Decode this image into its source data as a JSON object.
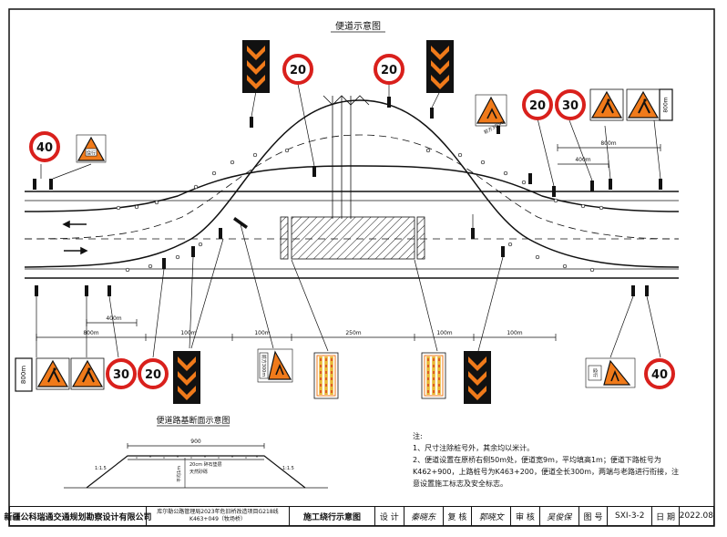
{
  "title": "便道示意图",
  "section_title": "便道路基断面示意图",
  "distances": {
    "top_800": "800m",
    "top_400": "400m",
    "bottom_800": "800m",
    "bottom_400": "400m",
    "d100a": "100m",
    "d100b": "100m",
    "d250": "250m",
    "d100c": "100m",
    "d100d": "100m"
  },
  "signs": {
    "speed40": "40",
    "speed30": "30",
    "speed20": "20",
    "plate300": "前方300m",
    "plate800": "800m",
    "detour": "绕行"
  },
  "section": {
    "width": "900",
    "slope_left": "1:1.5",
    "slope_right": "1:1.5",
    "layer1": "20cm 碎石垫层",
    "layer2": "天然砂砾",
    "height": "平均1m"
  },
  "notes": {
    "heading": "注:",
    "line1": "1、尺寸注除桩号外，其余均以米计。",
    "line2": "2、便道设置在原桥右侧50m处，便道宽9m，平均填高1m；便道下路桩号为K462+900，上路桩号为K463+200，便道全长300m，两端与老路进行衔接，注意设置施工标志及安全标志。"
  },
  "title_block": {
    "company": "新疆公科瑞通交通规划勘察设计有限公司",
    "project": "库尔勒公路管理局2023年危旧桥改造项目G218线K463+049（牧场桥）",
    "drawing_name": "施工绕行示意图",
    "design_label": "设 计",
    "design_sig": "秦晓东",
    "review_label": "复 核",
    "review_sig": "郭晓文",
    "approve_label": "审 核",
    "approve_sig": "吴俊保",
    "drawing_no_label": "图 号",
    "drawing_no": "SXI-3-2",
    "date_label": "日 期",
    "date": "2022.08"
  },
  "colors": {
    "orange": "#f07a1a",
    "red": "#d9201c",
    "black": "#111111",
    "hatch_yellow": "#e8b833"
  }
}
